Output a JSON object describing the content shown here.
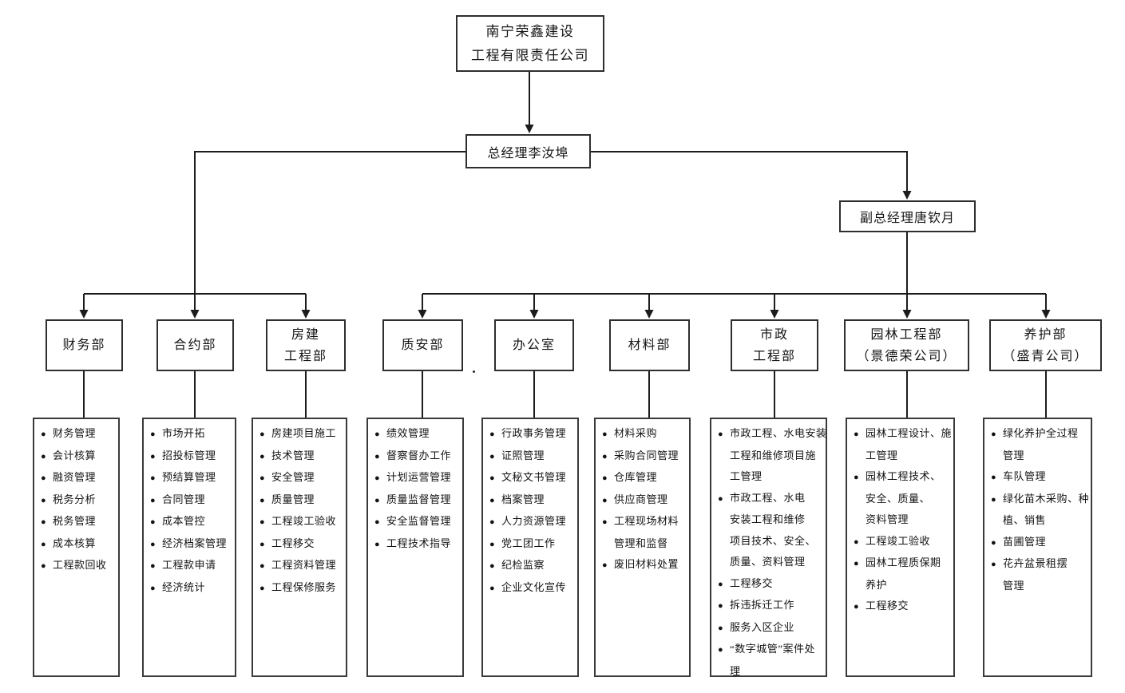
{
  "page": {
    "background": "#ffffff",
    "line_color": "#1c1c1c",
    "bullet": "●"
  },
  "org": {
    "root": {
      "lines": [
        "南宁荣鑫建设",
        "工程有限责任公司"
      ]
    },
    "general_manager": {
      "label": "总经理李汝埠"
    },
    "deputy_manager": {
      "label": "副总经理唐钦月"
    },
    "departments": [
      {
        "id": "finance",
        "title_lines": [
          "财务部"
        ],
        "duties": [
          [
            "财务管理"
          ],
          [
            "会计核算"
          ],
          [
            "融资管理"
          ],
          [
            "税务分析"
          ],
          [
            "税务管理"
          ],
          [
            "成本核算"
          ],
          [
            "工程款回收"
          ]
        ]
      },
      {
        "id": "contract",
        "title_lines": [
          "合约部"
        ],
        "duties": [
          [
            "市场开拓"
          ],
          [
            "招投标管理"
          ],
          [
            "预结算管理"
          ],
          [
            "合同管理"
          ],
          [
            "成本管控"
          ],
          [
            "经济档案管理"
          ],
          [
            "工程款申请"
          ],
          [
            "经济统计"
          ]
        ]
      },
      {
        "id": "housing-engineering",
        "title_lines": [
          "房建",
          "工程部"
        ],
        "duties": [
          [
            "房建项目施工"
          ],
          [
            "技术管理"
          ],
          [
            "安全管理"
          ],
          [
            "质量管理"
          ],
          [
            "工程竣工验收"
          ],
          [
            "工程移交"
          ],
          [
            "工程资料管理"
          ],
          [
            "工程保修服务"
          ]
        ]
      },
      {
        "id": "quality-safety",
        "title_lines": [
          "质安部"
        ],
        "duties": [
          [
            "绩效管理"
          ],
          [
            "督察督办工作"
          ],
          [
            "计划运营管理"
          ],
          [
            "质量监督管理"
          ],
          [
            "安全监督管理"
          ],
          [
            "工程技术指导"
          ]
        ]
      },
      {
        "id": "office",
        "title_lines": [
          "办公室"
        ],
        "duties": [
          [
            "行政事务管理"
          ],
          [
            "证照管理"
          ],
          [
            "文秘文书管理"
          ],
          [
            "档案管理"
          ],
          [
            "人力资源管理"
          ],
          [
            "党工团工作"
          ],
          [
            "纪检监察"
          ],
          [
            "企业文化宣传"
          ]
        ]
      },
      {
        "id": "materials",
        "title_lines": [
          "材料部"
        ],
        "duties": [
          [
            "材料采购"
          ],
          [
            "采购合同管理"
          ],
          [
            "仓库管理"
          ],
          [
            "供应商管理"
          ],
          [
            "工程现场材料",
            "管理和监督"
          ],
          [
            "废旧材料处置"
          ]
        ]
      },
      {
        "id": "municipal-engineering",
        "title_lines": [
          "市政",
          "工程部"
        ],
        "duties": [
          [
            "市政工程、水电安装",
            "工程和维修项目施",
            "工管理"
          ],
          [
            "市政工程、水电",
            "安装工程和维修",
            "项目技术、安全、",
            "质量、资料管理"
          ],
          [
            "工程移交"
          ],
          [
            "拆违拆迁工作"
          ],
          [
            "服务入区企业"
          ],
          [
            "“数字城管”案件处",
            "理"
          ]
        ]
      },
      {
        "id": "landscape-engineering",
        "title_lines": [
          "园林工程部",
          "（景德荣公司）"
        ],
        "duties": [
          [
            "园林工程设计、施",
            "工管理"
          ],
          [
            "园林工程技术、",
            "安全、质量、",
            "资料管理"
          ],
          [
            "工程竣工验收"
          ],
          [
            "园林工程质保期",
            "养护"
          ],
          [
            "工程移交"
          ]
        ]
      },
      {
        "id": "maintenance",
        "title_lines": [
          "养护部",
          "（盛青公司）"
        ],
        "duties": [
          [
            "绿化养护全过程",
            "管理"
          ],
          [
            "车队管理"
          ],
          [
            "绿化苗木采购、种",
            "植、销售"
          ],
          [
            "苗圃管理"
          ],
          [
            "花卉盆景租摆",
            "管理"
          ]
        ]
      }
    ]
  }
}
